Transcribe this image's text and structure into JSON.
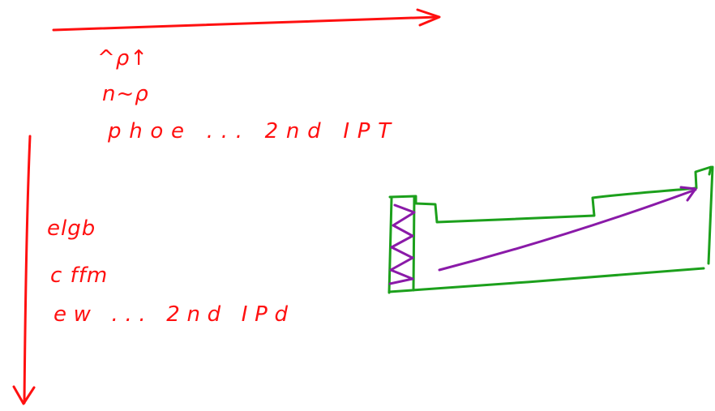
{
  "colors": {
    "red_ink": "#ff1010",
    "green_ink": "#1ca01c",
    "purple_ink": "#8a1aa8",
    "background": "#ffffff"
  },
  "top_list": {
    "line1": "^ρ↑",
    "line2": "n~ρ",
    "line3": "phoe ... 2nd IPT"
  },
  "left_list": {
    "line1": "elgb",
    "line2": "c ffm",
    "line3": "ew ... 2nd IPd"
  }
}
